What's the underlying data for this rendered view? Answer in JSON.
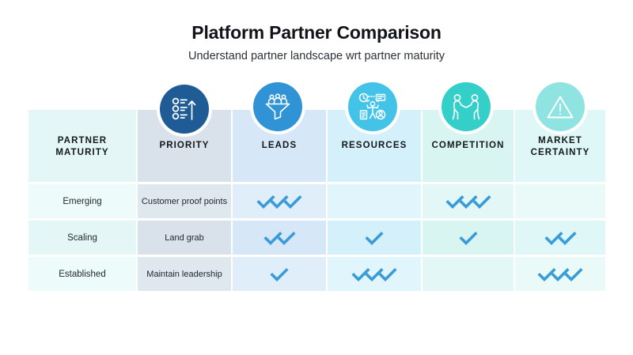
{
  "header": {
    "title": "Platform Partner Comparison",
    "subtitle": "Understand partner landscape wrt partner maturity"
  },
  "colors": {
    "priority_icon": "#1f5c96",
    "leads_icon": "#2f93d6",
    "resources_icon": "#43c3e8",
    "competition_icon": "#35cfca",
    "market_icon": "#8fe4e2",
    "check": "#3a9bd9",
    "maturity_column": "#e4f7f6",
    "priority_column": "#d9e2ea",
    "leads_column": "#d6e8f7",
    "resources_column": "#d4f0fa",
    "competition_column": "#d8f5f2",
    "market_column": "#dff7f6"
  },
  "table": {
    "columns": [
      {
        "key": "maturity",
        "label": "PARTNER MATURITY",
        "icon": null
      },
      {
        "key": "priority",
        "label": "PRIORITY",
        "icon": "priority-list-arrow-icon"
      },
      {
        "key": "leads",
        "label": "LEADS",
        "icon": "leads-funnel-people-icon"
      },
      {
        "key": "resources",
        "label": "RESOURCES",
        "icon": "resources-person-tasks-icon"
      },
      {
        "key": "competition",
        "label": "COMPETITION",
        "icon": "competition-tug-of-war-icon"
      },
      {
        "key": "market",
        "label": "MARKET CERTAINTY",
        "icon": "market-certainty-warning-icon"
      }
    ],
    "rows": [
      {
        "maturity": "Emerging",
        "priority": "Customer proof points",
        "leads": 3,
        "resources": 0,
        "competition": 3,
        "market": 0
      },
      {
        "maturity": "Scaling",
        "priority": "Land grab",
        "leads": 2,
        "resources": 1,
        "competition": 1,
        "market": 2
      },
      {
        "maturity": "Established",
        "priority": "Maintain leadership",
        "leads": 1,
        "resources": 3,
        "competition": 0,
        "market": 3
      }
    ]
  }
}
